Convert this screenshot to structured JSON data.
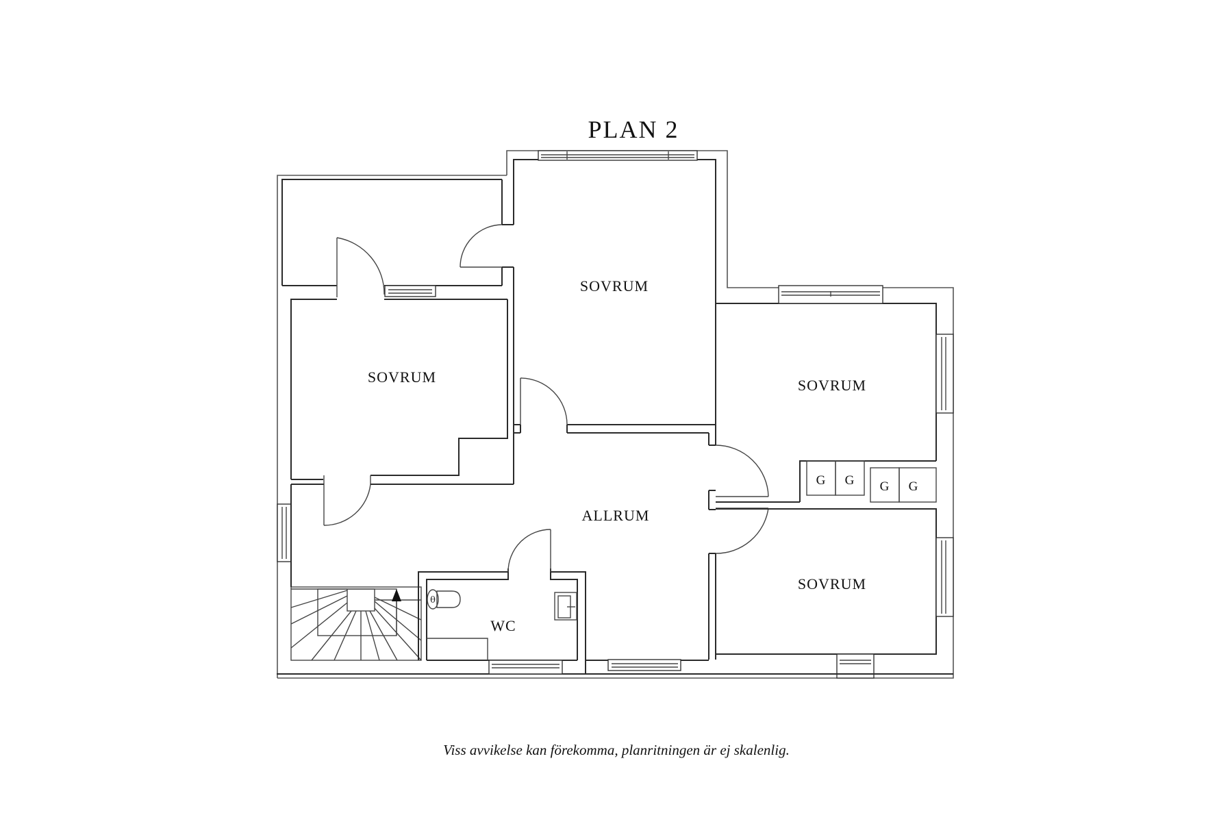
{
  "title": "PLAN 2",
  "rooms": [
    {
      "id": "sovrum-top",
      "label": "SOVRUM"
    },
    {
      "id": "sovrum-left",
      "label": "SOVRUM"
    },
    {
      "id": "sovrum-right-upper",
      "label": "SOVRUM"
    },
    {
      "id": "sovrum-right-lower",
      "label": "SOVRUM"
    },
    {
      "id": "allrum",
      "label": "ALLRUM"
    },
    {
      "id": "wc",
      "label": "WC"
    }
  ],
  "wardrobes": [
    "G",
    "G",
    "G",
    "G"
  ],
  "toilet_symbol": "θ",
  "disclaimer": "Viss avvikelse kan förekomma, planritningen är ej skalenlig."
}
